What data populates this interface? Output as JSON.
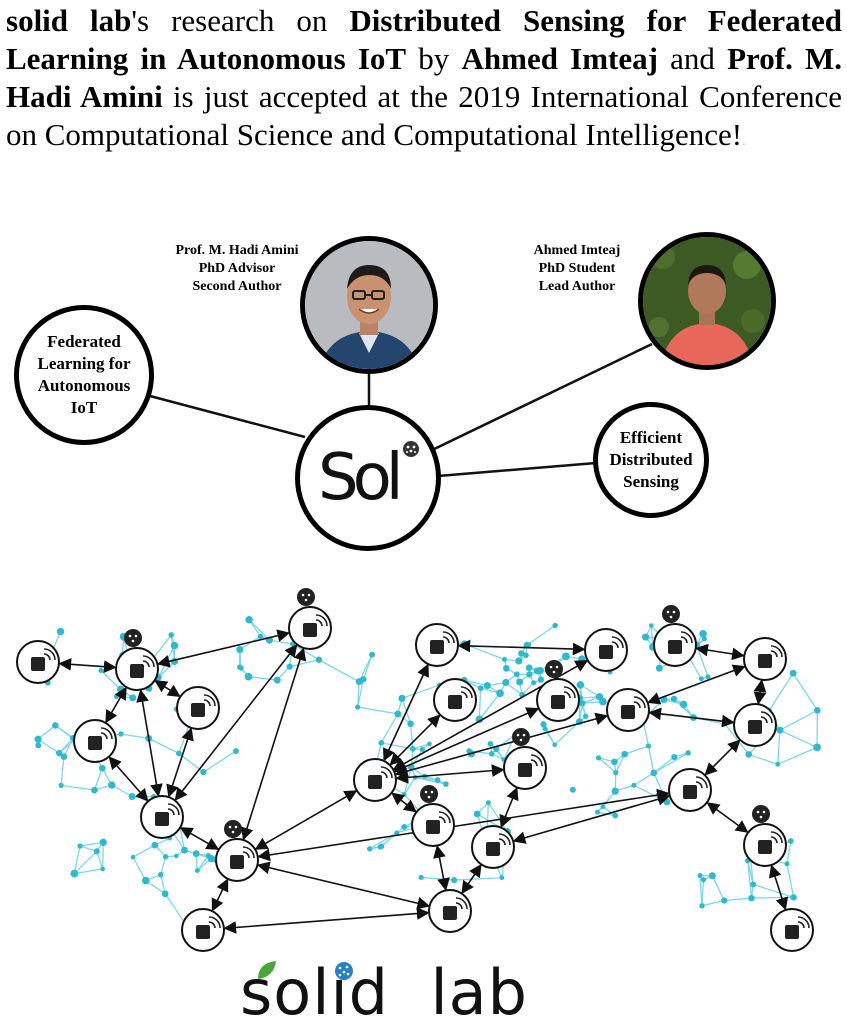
{
  "headline": {
    "s1": "solid lab",
    "s2": "'s research on ",
    "s3": "Distributed Sensing for Federated Learning in Autonomous IoT",
    "s4": " by ",
    "s5": "Ahmed Imteaj",
    "s6": " and ",
    "s7": "Prof. M. Hadi Amini",
    "s8": " is just accepted at the 2019 International Conference on Computational Science and Computational Intelligence!",
    "s9": "."
  },
  "advisor": {
    "name": "Prof. M. Hadi Amini",
    "role": "PhD Advisor",
    "authorship": "Second Author"
  },
  "student": {
    "name": "Ahmed Imteaj",
    "role": "PhD Student",
    "authorship": "Lead Author"
  },
  "nodes": {
    "federated": "Federated\nLearning for\nAutonomous\nIoT",
    "sensing": "Efficient\nDistributed\nSensing",
    "center_logo": "Sol"
  },
  "footer_logo": "solid  lab",
  "colors": {
    "network_node": "#2fb8cf",
    "network_edge": "#7fd6e4",
    "leaf_green": "#4aa63a",
    "ball_blue": "#2b7fc4"
  },
  "icons": [
    "faucet-icon",
    "person-icon",
    "cart-icon",
    "watch-icon",
    "head-ai-icon",
    "coffee-machine-icon",
    "thermometer-icon",
    "camera-icon",
    "smartphone-icon",
    "speaker-icon",
    "cctv-icon",
    "plant-sensor-icon",
    "home-icon",
    "drop-sensor-icon",
    "bulb-icon",
    "car-icon",
    "fridge-icon",
    "tv-icon",
    "laptop-icon",
    "robot-icon",
    "printer-icon",
    "brain-icon"
  ]
}
